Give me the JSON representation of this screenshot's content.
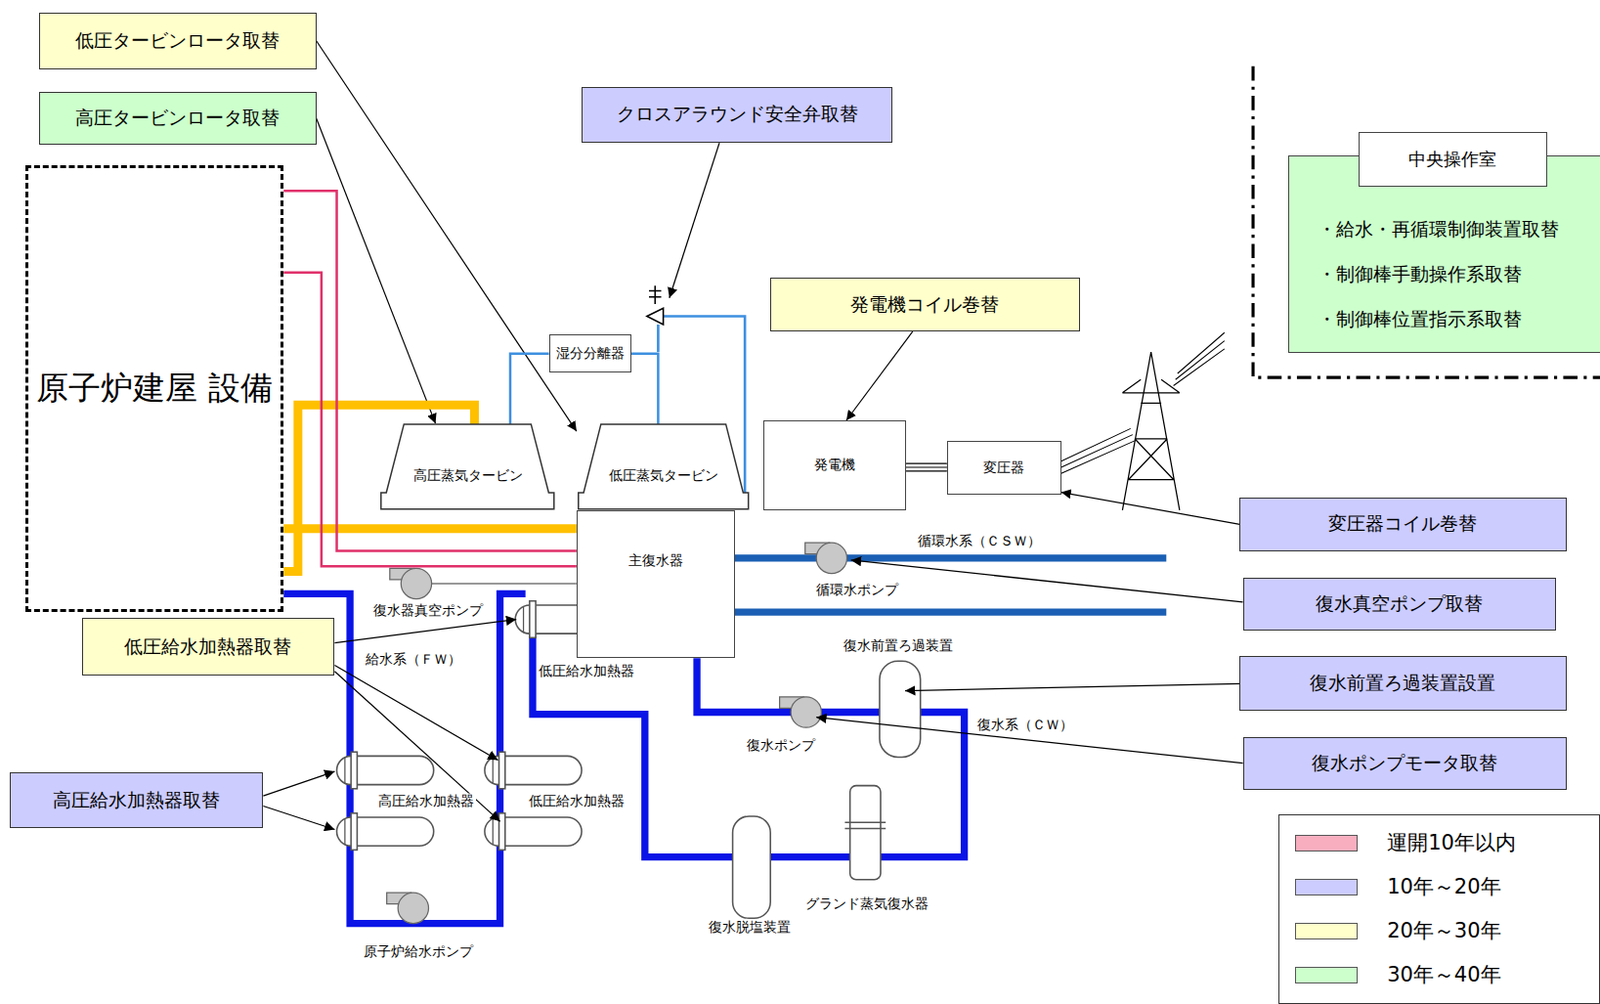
{
  "diagram": {
    "nodes": [
      {
        "text": [
          "低圧タービンロータ取替"
        ]
      },
      {
        "text": [
          "高圧タービンロータ取替"
        ]
      },
      {
        "text": [
          "クロスアラウンド安全弁取替"
        ]
      },
      {
        "text": [
          "中央操作室",
          "・給水・再循環制御装置取替",
          "・制御棒手動操作系取替",
          "・制御棒位置指示系取替"
        ]
      },
      {
        "text": [
          "原子炉建屋 設備"
        ]
      },
      {
        "text": [
          "発電機コイル巻替"
        ]
      },
      {
        "text": [
          "湿分分離器"
        ]
      },
      {
        "text": [
          "高圧蒸気タービン"
        ]
      },
      {
        "text": [
          "低圧蒸気タービン"
        ]
      },
      {
        "text": [
          "発電機"
        ]
      },
      {
        "text": [
          "変圧器"
        ]
      },
      {
        "text": [
          "変圧器コイル巻替"
        ]
      },
      {
        "text": [
          "主復水器"
        ]
      },
      {
        "text": [
          "復水真空ポンプ取替"
        ]
      },
      {
        "text": [
          "低圧給水加熱器取替"
        ]
      },
      {
        "text": [
          "復水前置ろ過装置設置"
        ]
      },
      {
        "text": [
          "復水ポンプモータ取替"
        ]
      },
      {
        "text": [
          "高圧給水加熱器取替"
        ]
      }
    ],
    "edges": [
      {
        "from": 0,
        "to": 8,
        "arrow": "to"
      },
      {
        "from": 1,
        "to": 7,
        "arrow": "to"
      },
      {
        "from": 5,
        "to": 9,
        "arrow": "to"
      },
      {
        "from": 11,
        "to": 10,
        "arrow": "to"
      },
      {
        "from": 4,
        "to": 7,
        "arrow": "none"
      },
      {
        "from": 4,
        "to": 12,
        "arrow": "none"
      },
      {
        "from": 4,
        "to": 12,
        "arrow": "none"
      },
      {
        "from": 4,
        "to": 12,
        "arrow": "none"
      },
      {
        "from": 7,
        "to": 6,
        "arrow": "none"
      },
      {
        "from": 6,
        "to": 8,
        "arrow": "none"
      },
      {
        "from": 9,
        "to": 10,
        "arrow": "none"
      }
    ],
    "labels": [
      "循環水系（ＣＳＷ）",
      "復水器真空ポンプ",
      "循環水ポンプ",
      "低圧給水加熱器",
      "復水前置ろ過装置",
      "給水系（ＦＷ）",
      "復水系（ＣＷ）",
      "復水ポンプ",
      "高圧給水加熱器",
      "低圧給水加熱器",
      "グランド蒸気復水器",
      "復水脱塩装置",
      "原子炉給水ポンプ"
    ],
    "legend": [
      {
        "text": "運開10年以内",
        "color": "#f9aebf"
      },
      {
        "text": "10年～20年",
        "color": "#ccccff"
      },
      {
        "text": "20年～30年",
        "color": "#ffffcc"
      },
      {
        "text": "30年～40年",
        "color": "#ccffcc"
      }
    ]
  }
}
